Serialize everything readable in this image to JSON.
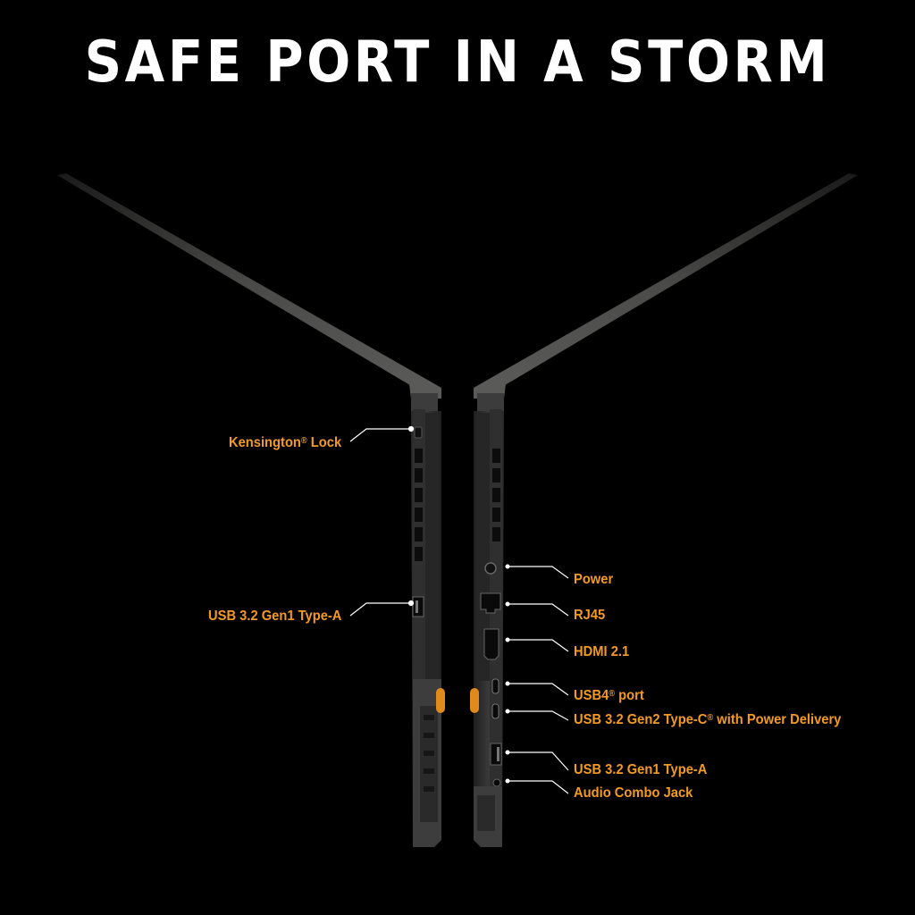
{
  "title": "SAFE PORT IN A STORM",
  "colors": {
    "background": "#000000",
    "title": "#ffffff",
    "label": "#f39a23",
    "callout_line": "#ffffff",
    "accent_bumper": "#e08a1e"
  },
  "left_side": {
    "labels": [
      {
        "text": "Kensington",
        "sup": "®",
        "suffix": " Lock"
      },
      {
        "text": "USB 3.2 Gen1 Type-A",
        "sup": "",
        "suffix": ""
      }
    ]
  },
  "right_side": {
    "labels": [
      {
        "text": "Power",
        "sup": "",
        "suffix": ""
      },
      {
        "text": "RJ45",
        "sup": "",
        "suffix": ""
      },
      {
        "text": "HDMI 2.1",
        "sup": "",
        "suffix": ""
      },
      {
        "text": "USB4",
        "sup": "®",
        "suffix": " port"
      },
      {
        "text": "USB 3.2 Gen2 Type-C",
        "sup": "®",
        "suffix": " with Power Delivery"
      },
      {
        "text": "USB 3.2 Gen1 Type-A",
        "sup": "",
        "suffix": ""
      },
      {
        "text": "Audio Combo Jack",
        "sup": "",
        "suffix": ""
      }
    ]
  }
}
